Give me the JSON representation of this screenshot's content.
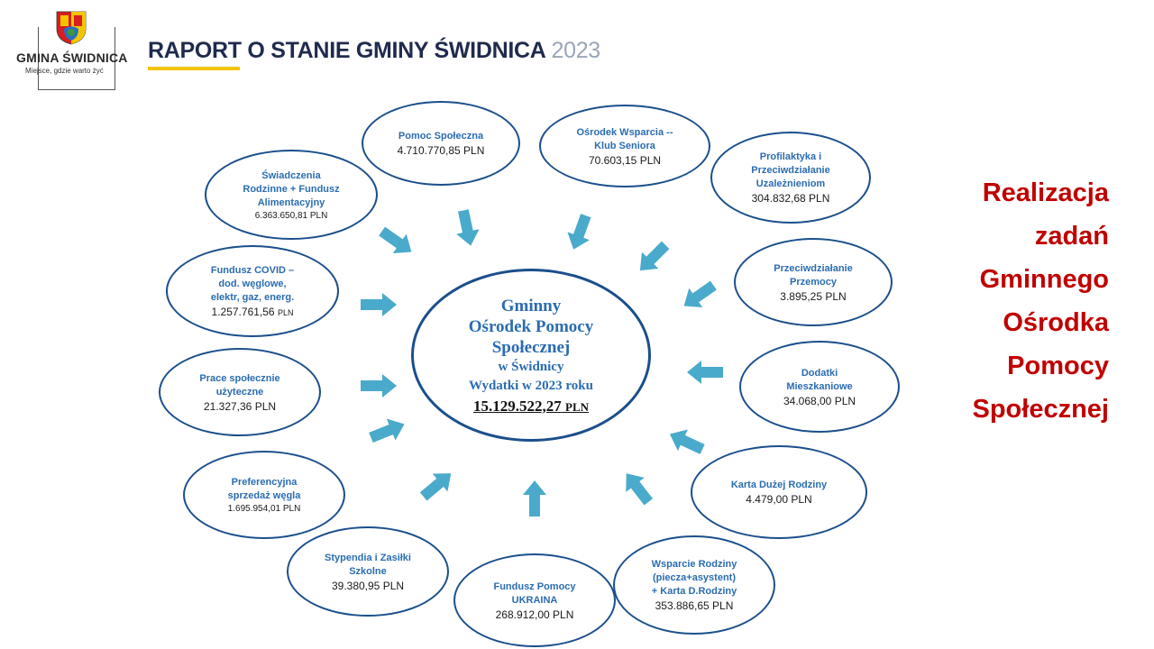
{
  "header": {
    "logo_name": "GMINA ŚWIDNICA",
    "logo_motto": "Miejsce, gdzie warto żyć",
    "title": "RAPORT O STANIE GMINY ŚWIDNICA",
    "year": "2023",
    "colors": {
      "title": "#1f2b4d",
      "year": "#9aa6b8",
      "underline": "#f2c400"
    }
  },
  "center": {
    "line1": "Gminny",
    "line2": "Ośrodek Pomocy",
    "line3": "Społecznej",
    "line4": "w Świdnicy",
    "line5": "Wydatki w 2023 roku",
    "total": "15.129.522,27",
    "total_unit": "PLN"
  },
  "nodes": [
    {
      "label": "Pomoc Społeczna",
      "value": "4.710.770,85 PLN"
    },
    {
      "label": "Ośrodek Wsparcia --\nKlub Seniora",
      "value": "70.603,15 PLN"
    },
    {
      "label": "Profilaktyka i\nPrzeciwdziałanie\nUzależnieniom",
      "value": "304.832,68 PLN"
    },
    {
      "label": "Przeciwdziałanie\nPrzemocy",
      "value": "3.895,25 PLN"
    },
    {
      "label": "Dodatki\nMieszkaniowe",
      "value": "34.068,00 PLN"
    },
    {
      "label": "Karta Dużej Rodziny",
      "value": "4.479,00 PLN"
    },
    {
      "label": "Wsparcie Rodziny\n(piecza+asystent)\n+ Karta D.Rodziny",
      "value": "353.886,65 PLN"
    },
    {
      "label": "Fundusz Pomocy\nUKRAINA",
      "value": "268.912,00 PLN"
    },
    {
      "label": "Stypendia i Zasiłki\nSzkolne",
      "value": "39.380,95 PLN"
    },
    {
      "label": "Preferencyjna\nsprzedaż węgla",
      "value": "1.695.954,01 PLN"
    },
    {
      "label": "Prace społecznie\nużyteczne",
      "value": "21.327,36 PLN"
    },
    {
      "label": "Fundusz COVID –\ndod. węglowe,\nelektr, gaz, energ.",
      "value": "1.257.761,56",
      "value_unit": "PLN"
    },
    {
      "label": "Świadczenia\nRodzinne + Fundusz\nAlimentacyjny",
      "value": "6.363.650,81 PLN"
    }
  ],
  "side_text": [
    "Realizacja",
    "zadań",
    "Gminnego",
    "Ośrodka",
    "Pomocy",
    "Społecznej"
  ],
  "colors": {
    "node_border": "#1b4f8c",
    "node_label": "#2b6cb0",
    "arrow": "#4aaacb",
    "side_text": "#c00000"
  }
}
